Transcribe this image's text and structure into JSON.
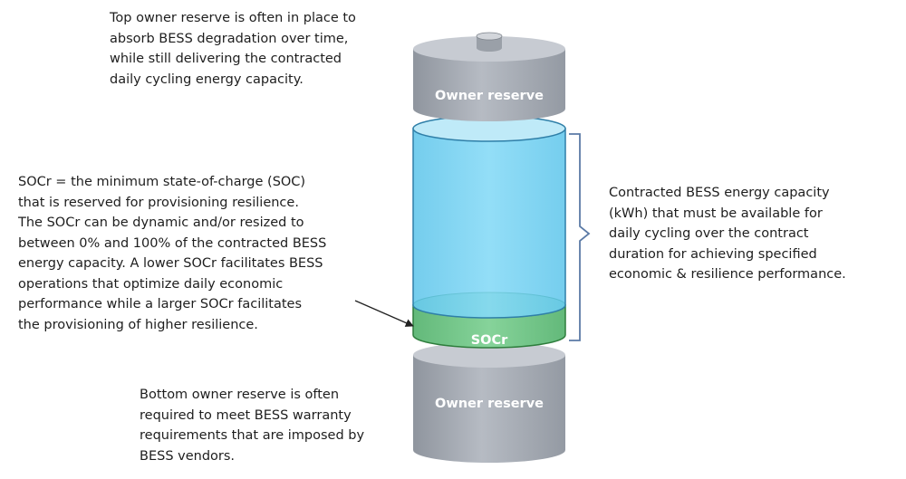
{
  "annotations": {
    "top_reserve": [
      "Top owner reserve is often in place to",
      "absorb BESS degradation over time,",
      "while still delivering the contracted",
      "daily cycling energy capacity."
    ],
    "socr": [
      "SOCr = the minimum state-of-charge (SOC)",
      "that is reserved for provisioning resilience.",
      "The SOCr can be dynamic and/or resized to",
      "between 0% and 100% of the contracted BESS",
      "energy capacity.  A lower SOCr facilitates BESS",
      "operations that optimize daily economic",
      "performance while a larger SOCr facilitates",
      "the provisioning of higher resilience."
    ],
    "contracted": [
      "Contracted BESS energy capacity",
      "(kWh) that must be available for",
      "daily cycling over the contract",
      "duration for achieving specified",
      "economic & resilience performance."
    ],
    "bottom_reserve": [
      "Bottom owner reserve is often",
      "required to meet BESS warranty",
      "requirements that are imposed by",
      "BESS vendors."
    ]
  },
  "battery": {
    "top_label": "Owner reserve",
    "socr_label": "SOCr",
    "bottom_label": "Owner reserve"
  },
  "colors": {
    "reserve_gray": "#a9afb8",
    "energy_blue": "#6fd0f2",
    "socr_green": "#7dcd8f"
  }
}
